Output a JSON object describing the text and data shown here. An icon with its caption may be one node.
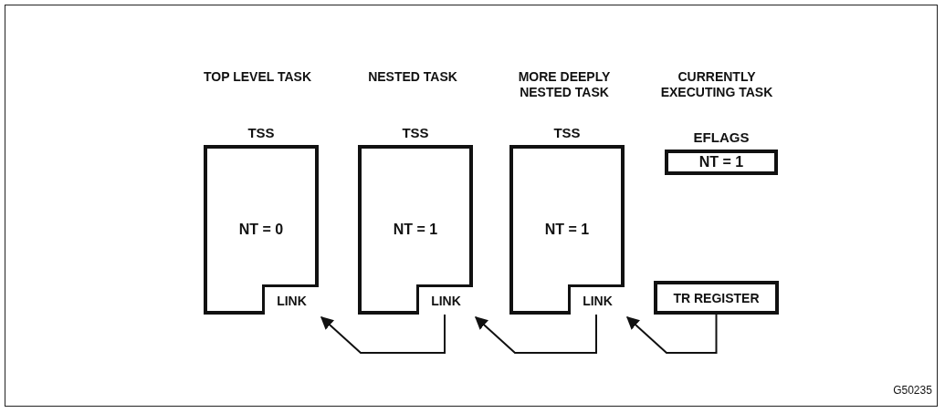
{
  "diagram": {
    "nodes": [
      {
        "text": [
          "TSS",
          "NT = 0"
        ]
      },
      {
        "text": [
          "LINK"
        ],
        "in": 0
      },
      {
        "text": [
          "TSS",
          "NT = 1"
        ]
      },
      {
        "text": [
          "LINK"
        ],
        "in": 2
      },
      {
        "text": [
          "TSS",
          "NT = 1"
        ]
      },
      {
        "text": [
          "LINK"
        ],
        "in": 4
      },
      {
        "text": [
          "EFLAGS",
          "NT = 1"
        ]
      },
      {
        "text": [
          "TR REGISTER"
        ]
      }
    ],
    "edges": [
      {
        "from": 3,
        "to": 0,
        "arrow": "to"
      },
      {
        "from": 5,
        "to": 2,
        "arrow": "to"
      },
      {
        "from": 7,
        "to": 4,
        "arrow": "to"
      }
    ],
    "labels": [
      "TOP LEVEL TASK",
      "NESTED TASK",
      "MORE DEEPLY NESTED TASK",
      "CURRENTLY EXECUTING TASK",
      "G50235"
    ]
  }
}
